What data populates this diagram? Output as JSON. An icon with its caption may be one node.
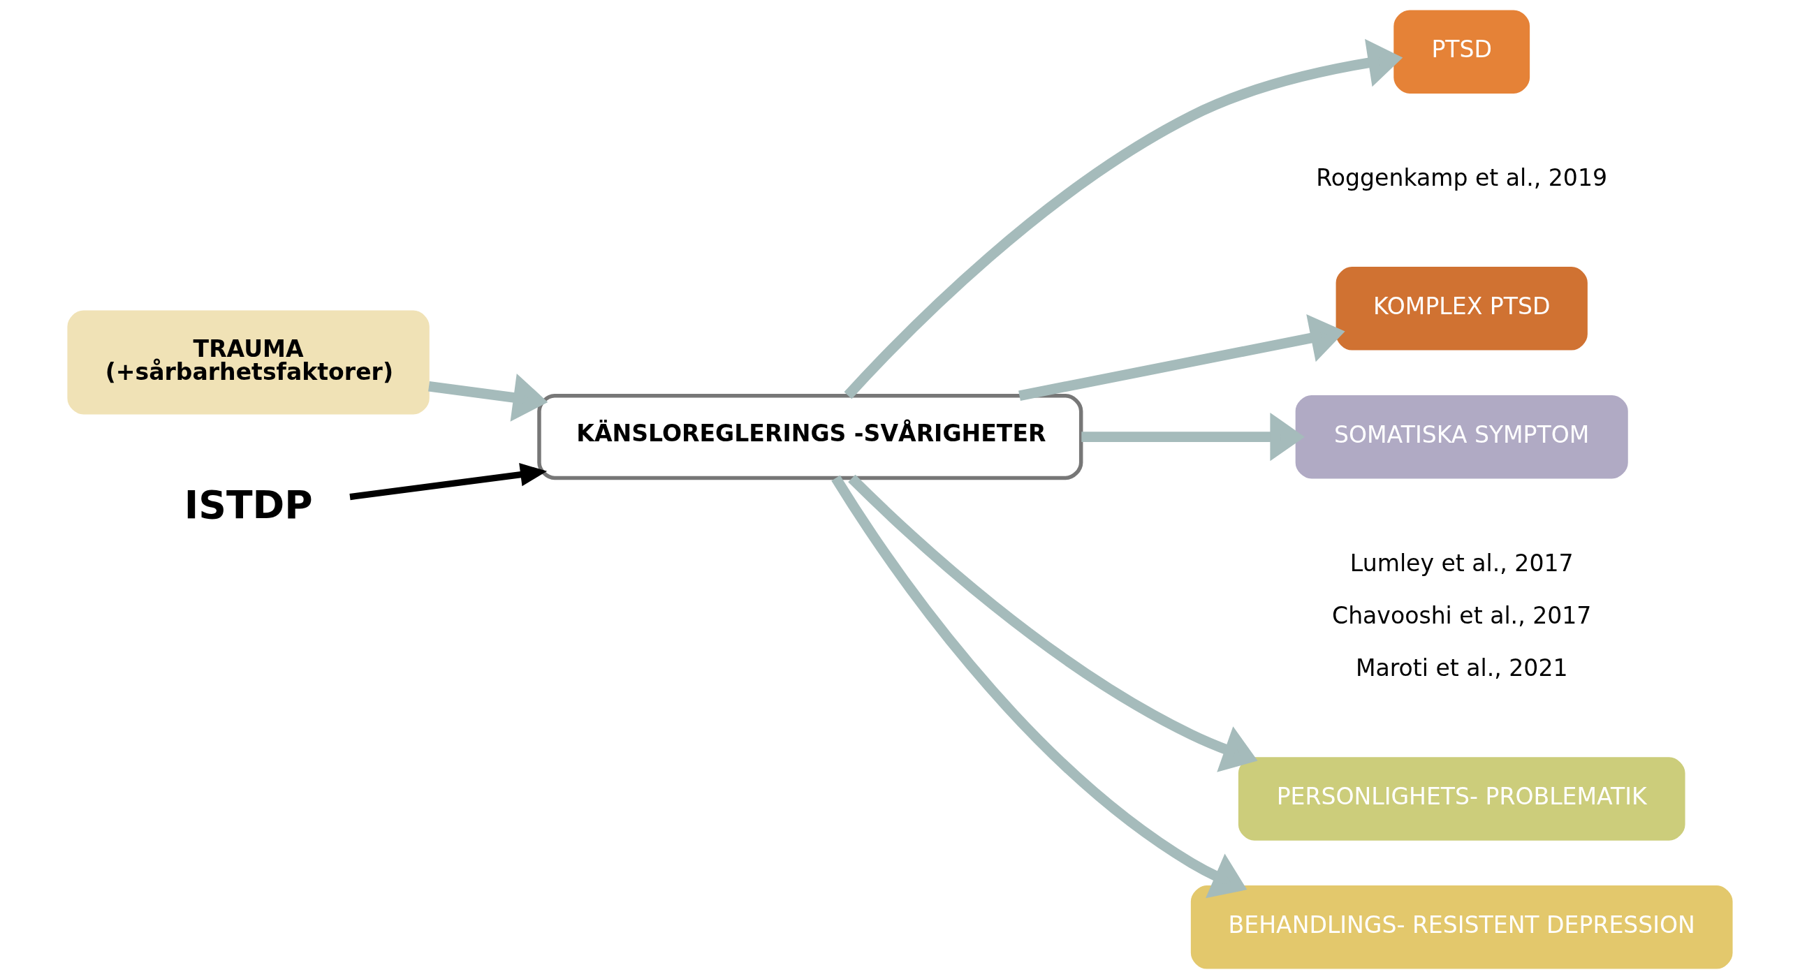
{
  "diagram": {
    "nodes": [
      {
        "text": [
          "TRAUMA",
          "(+sårbarhetsfaktorer)"
        ]
      },
      {
        "text": [
          "ISTDP"
        ]
      },
      {
        "text": [
          "KÄNSLOREGLERINGS -SVÅRIGHETER"
        ]
      },
      {
        "text": [
          "PTSD"
        ],
        "beside": [
          "Roggenkamp et al., 2019"
        ]
      },
      {
        "text": [
          "KOMPLEX PTSD"
        ]
      },
      {
        "text": [
          "SOMATISKA SYMPTOM"
        ],
        "beside": [
          "Lumley et al., 2017",
          "Chavooshi et al., 2017",
          "Maroti et al., 2021"
        ]
      },
      {
        "text": [
          "PERSONLIGHETS- PROBLEMATIK"
        ]
      },
      {
        "text": [
          "BEHANDLINGS- RESISTENT DEPRESSION"
        ]
      }
    ],
    "edges": [
      {
        "from": 0,
        "to": 2,
        "arrow": "to"
      },
      {
        "from": 1,
        "to": 2,
        "arrow": "to",
        "color": "#000000"
      },
      {
        "from": 2,
        "to": 3,
        "arrow": "to"
      },
      {
        "from": 2,
        "to": 4,
        "arrow": "to"
      },
      {
        "from": 2,
        "to": 5,
        "arrow": "to"
      },
      {
        "from": 2,
        "to": 6,
        "arrow": "to"
      },
      {
        "from": 2,
        "to": 7,
        "arrow": "to"
      }
    ]
  }
}
